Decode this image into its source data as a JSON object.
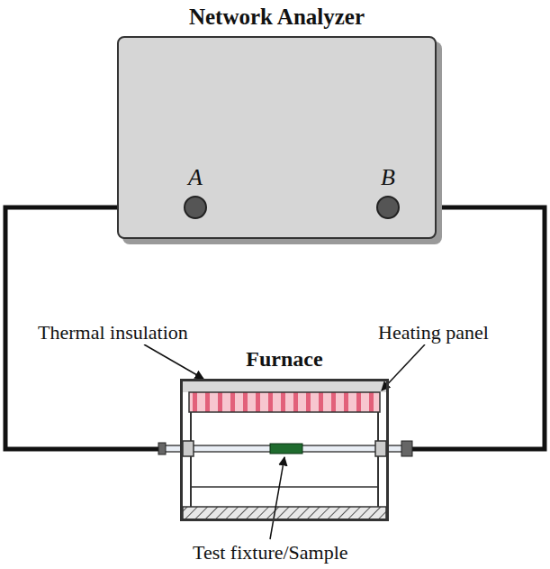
{
  "diagram": {
    "nodes": [
      {
        "text": [
          "Network Analyzer"
        ]
      },
      {
        "text": [
          "A"
        ],
        "in": 0
      },
      {
        "text": [
          "B"
        ],
        "in": 0
      },
      {
        "text": [
          "Furnace"
        ]
      }
    ],
    "edges": [
      {
        "from": 1,
        "to": 3,
        "arrow": "none"
      },
      {
        "from": 2,
        "to": 3,
        "arrow": "none"
      }
    ],
    "labels": [
      "Thermal insulation",
      "Heating panel",
      "Test fixture/Sample"
    ]
  }
}
